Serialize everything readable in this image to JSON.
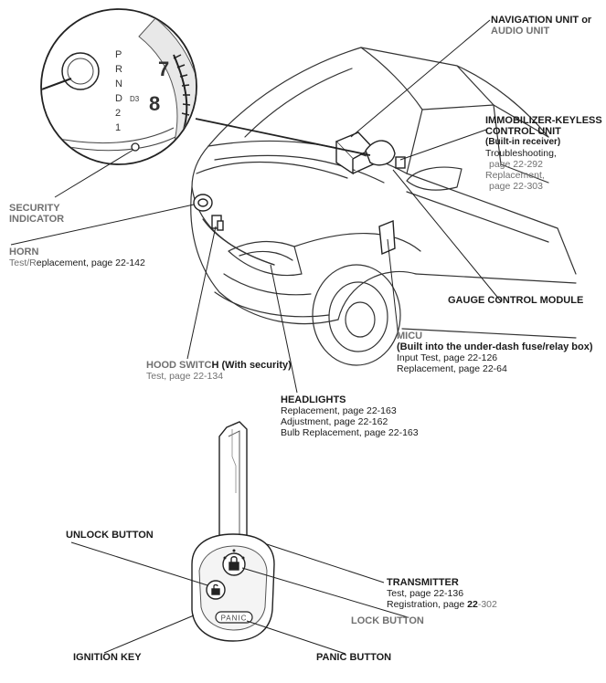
{
  "gauge": {
    "gear_p": "P",
    "gear_r": "R",
    "gear_n": "N",
    "gear_d": "D",
    "gear_d3": "D3",
    "gear_2": "2",
    "gear_1": "1",
    "tach_7": "7",
    "tach_8": "8"
  },
  "labels": {
    "navigation": {
      "line1": "NAVIGATION UNIT or",
      "line2": "AUDIO UNIT"
    },
    "immobilizer": {
      "title1": "IMMOBILIZER-KEYLESS",
      "title2": "CONTROL UNIT",
      "subtitle": "(Built-in receiver)",
      "ref1": "Troubleshooting,",
      "ref1_page": "page 22-292",
      "ref2": "Replacement,",
      "ref2_page": "page 22-303"
    },
    "security_indicator": {
      "line1": "SECURITY",
      "line2": "INDICATOR"
    },
    "horn": {
      "title": "HORN",
      "ref_a": "Test/R",
      "ref_b": "eplacement, page 22-142"
    },
    "gauge_control_module": {
      "title": "GAUGE CONTROL MODULE"
    },
    "micu": {
      "title": "MICU",
      "subtitle": "(Built into the under-dash fuse/relay box)",
      "ref1": "Input Test, page 22-126",
      "ref2": "Replacement, page 22-64"
    },
    "hood_switch": {
      "title_a": "HOOD SWITC",
      "title_b": "H (With security)",
      "ref": "Test, page 22-134"
    },
    "headlights": {
      "title": "HEADLIGHTS",
      "ref1": "Replacement, page 22-163",
      "ref2": "Adjustment, page 22-162",
      "ref3": "Bulb Replacement, page 22-163"
    },
    "unlock_button": {
      "title": "UNLOCK BUTTON"
    },
    "transmitter": {
      "title": "TRANSMITTER",
      "ref1": "Test, page 22-136",
      "ref2_a": "Registration, page ",
      "ref2_b": "22",
      "ref2_c": "-302"
    },
    "lock_button": {
      "title": "LOCK BUTTON"
    },
    "ignition_key": {
      "title": "IGNITION KEY"
    },
    "panic_button": {
      "title": "PANIC BUTTON"
    },
    "panic_key_text": "PANIC"
  }
}
